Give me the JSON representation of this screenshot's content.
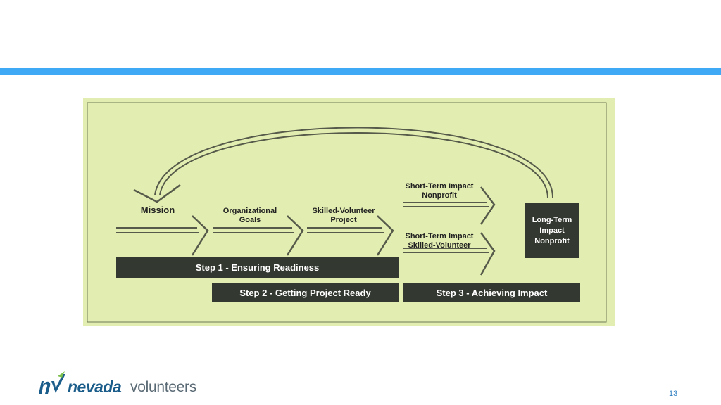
{
  "diagram": {
    "mission": "Mission",
    "organizational_goals": [
      "Organizational",
      "Goals"
    ],
    "skilled_volunteer_project": [
      "Skilled-Volunteer",
      "Project"
    ],
    "short_term_nonprofit": [
      "Short-Term Impact",
      "Nonprofit"
    ],
    "short_term_volunteer": [
      "Short-Term Impact",
      "Skilled-Volunteer"
    ],
    "long_term": [
      "Long-Term",
      "Impact",
      "Nonprofit"
    ],
    "step1": "Step 1 - Ensuring Readiness",
    "step2": "Step 2 - Getting Project Ready",
    "step3": "Step 3 - Achieving Impact"
  },
  "footer": {
    "logo_nevada": "nevada",
    "logo_volunteers": "volunteers",
    "page_number": "13"
  },
  "colors": {
    "accent_bar": "#3fa9f5",
    "diagram_bg": "#e2eeb1",
    "dark_box": "#333830"
  }
}
